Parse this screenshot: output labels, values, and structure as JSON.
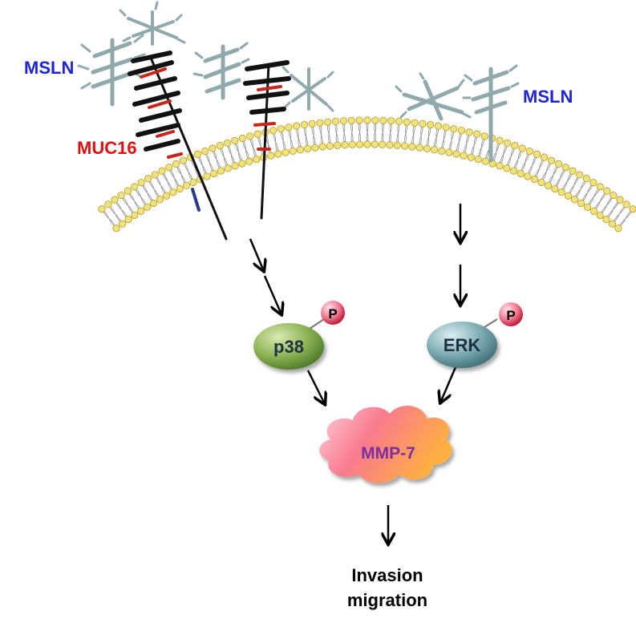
{
  "colors": {
    "msln_label": "#1f24d8",
    "muc16_label": "#e01010",
    "membrane_head": "#f2e27a",
    "p38_fill": "#6f9a3c",
    "erk_fill": "#5e8f98",
    "phospho_fill": "#e8586f",
    "mmp7_fill": "#f6708a",
    "mmp7_text": "#7a2fa0",
    "glycan_grey": "#8fa9ac",
    "muc16_black": "#111111",
    "muc16_red": "#c8261a"
  },
  "labels": {
    "msln_left": "MSLN",
    "msln_right": "MSLN",
    "muc16": "MUC16",
    "p38": "p38",
    "erk": "ERK",
    "phospho": "P",
    "phospho2": "P",
    "mmp7": "MMP-7",
    "outcome_line1": "Invasion",
    "outcome_line2": "migration"
  },
  "icons": {
    "membrane": "lipid-bilayer",
    "msln_protein": "glycoprotein-tree",
    "muc16_protein": "mucin-tree",
    "arrow": "arrow-down"
  }
}
